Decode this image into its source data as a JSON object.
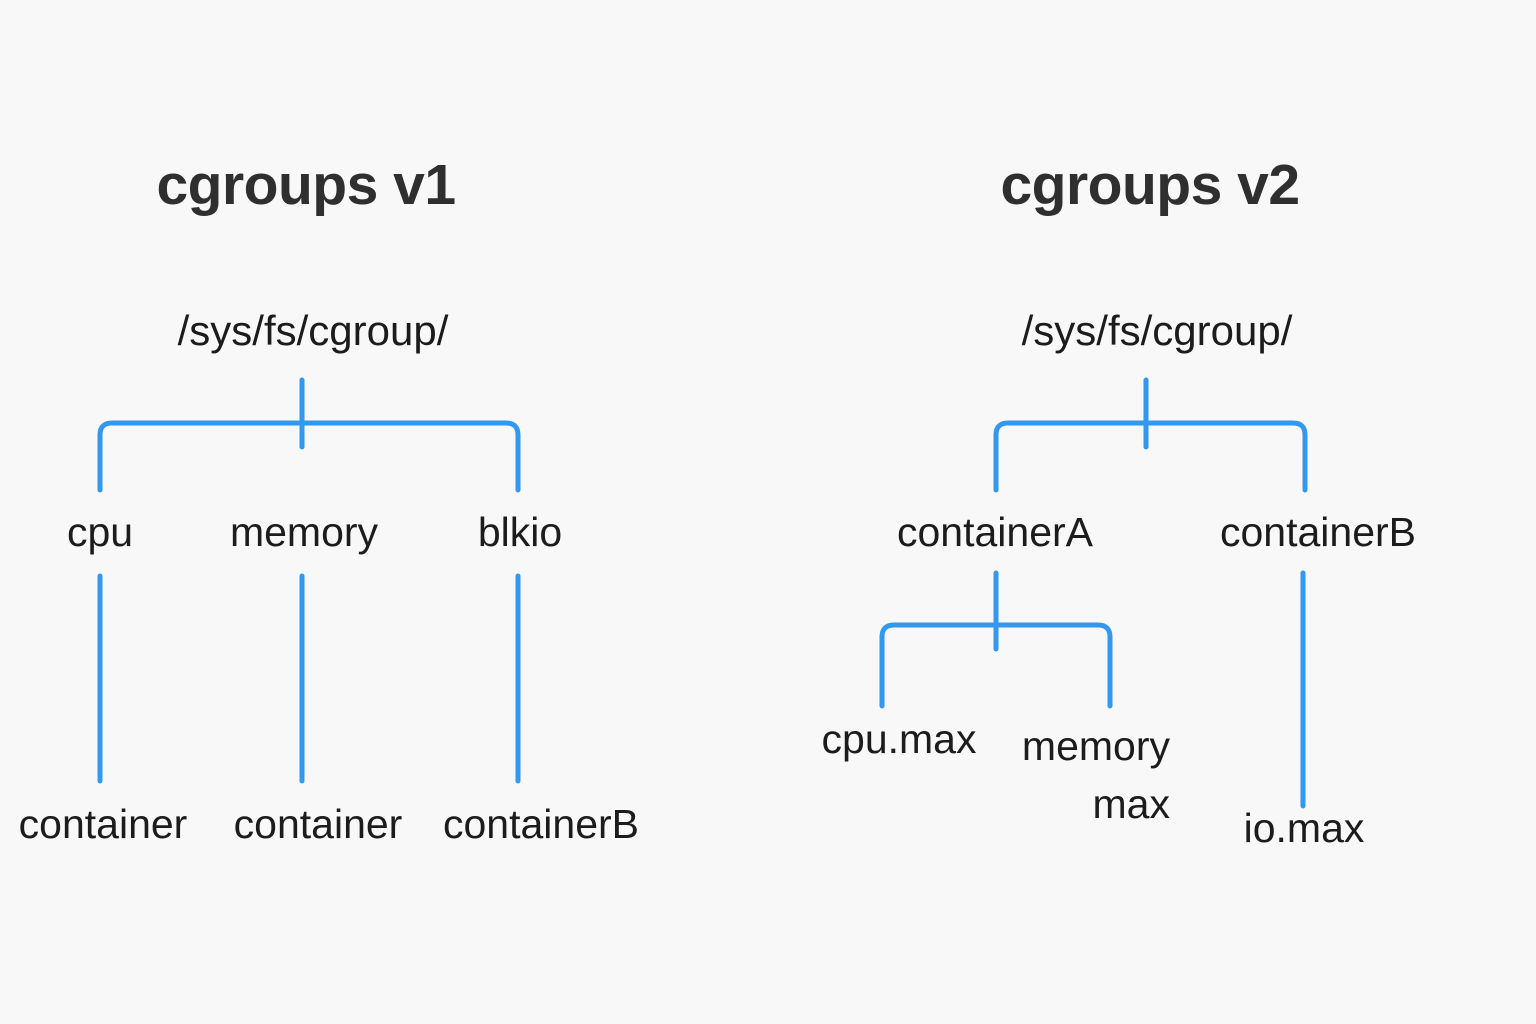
{
  "meta": {
    "background_color": "#f8f8f9",
    "edge_color": "#3399f0",
    "title_color": "#2f2f2f",
    "label_color": "#1c1c1c"
  },
  "panels": [
    {
      "id": "cgroups-v1",
      "title": "cgroups v1",
      "root": "/sys/fs/cgroup/",
      "level2": [
        "cpu",
        "memory",
        "blkio"
      ],
      "level3": [
        "container",
        "container",
        "containerB"
      ]
    },
    {
      "id": "cgroups-v2",
      "title": "cgroups v2",
      "root": "/sys/fs/cgroup/",
      "level2": [
        "containerA",
        "containerB"
      ],
      "level3": [
        "cpu.max",
        "memory",
        "max",
        "io.max"
      ]
    }
  ],
  "chart_data": {
    "type": "diagram",
    "title": "cgroups v1 vs cgroups v2 filesystem hierarchy",
    "diagram_kind": "tree",
    "trees": [
      {
        "name": "cgroups v1",
        "root": "/sys/fs/cgroup/",
        "children": [
          {
            "label": "cpu",
            "children": [
              {
                "label": "container"
              }
            ]
          },
          {
            "label": "memory",
            "children": [
              {
                "label": "container"
              }
            ]
          },
          {
            "label": "blkio",
            "children": [
              {
                "label": "containerB"
              }
            ]
          }
        ]
      },
      {
        "name": "cgroups v2",
        "root": "/sys/fs/cgroup/",
        "children": [
          {
            "label": "containerA",
            "children": [
              {
                "label": "cpu.max"
              },
              {
                "label": "memory max"
              }
            ]
          },
          {
            "label": "containerB",
            "children": [
              {
                "label": "io.max"
              }
            ]
          }
        ]
      }
    ]
  }
}
